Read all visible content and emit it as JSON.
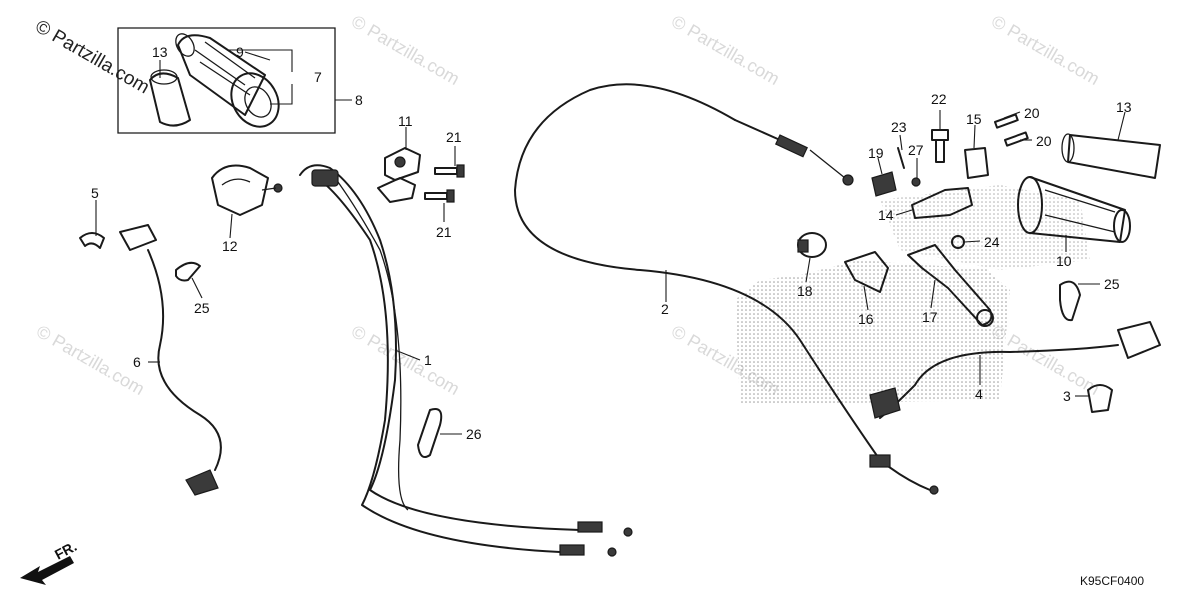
{
  "diagram": {
    "watermark": "© Partzilla.com",
    "diagram_code": "K95CF0400",
    "direction_label": "FR.",
    "callouts": [
      {
        "id": "c13a",
        "label": "13"
      },
      {
        "id": "c9",
        "label": "9"
      },
      {
        "id": "c7",
        "label": "7"
      },
      {
        "id": "c8",
        "label": "8"
      },
      {
        "id": "c11",
        "label": "11"
      },
      {
        "id": "c21a",
        "label": "21"
      },
      {
        "id": "c21b",
        "label": "21"
      },
      {
        "id": "c5",
        "label": "5"
      },
      {
        "id": "c12",
        "label": "12"
      },
      {
        "id": "c25a",
        "label": "25"
      },
      {
        "id": "c6",
        "label": "6"
      },
      {
        "id": "c1",
        "label": "1"
      },
      {
        "id": "c26",
        "label": "26"
      },
      {
        "id": "c2",
        "label": "2"
      },
      {
        "id": "c22",
        "label": "22"
      },
      {
        "id": "c23",
        "label": "23"
      },
      {
        "id": "c27",
        "label": "27"
      },
      {
        "id": "c19",
        "label": "19"
      },
      {
        "id": "c15",
        "label": "15"
      },
      {
        "id": "c20a",
        "label": "20"
      },
      {
        "id": "c20b",
        "label": "20"
      },
      {
        "id": "c13b",
        "label": "13"
      },
      {
        "id": "c14",
        "label": "14"
      },
      {
        "id": "c24",
        "label": "24"
      },
      {
        "id": "c18",
        "label": "18"
      },
      {
        "id": "c16",
        "label": "16"
      },
      {
        "id": "c17",
        "label": "17"
      },
      {
        "id": "c10",
        "label": "10"
      },
      {
        "id": "c25b",
        "label": "25"
      },
      {
        "id": "c4",
        "label": "4"
      },
      {
        "id": "c3",
        "label": "3"
      }
    ]
  }
}
